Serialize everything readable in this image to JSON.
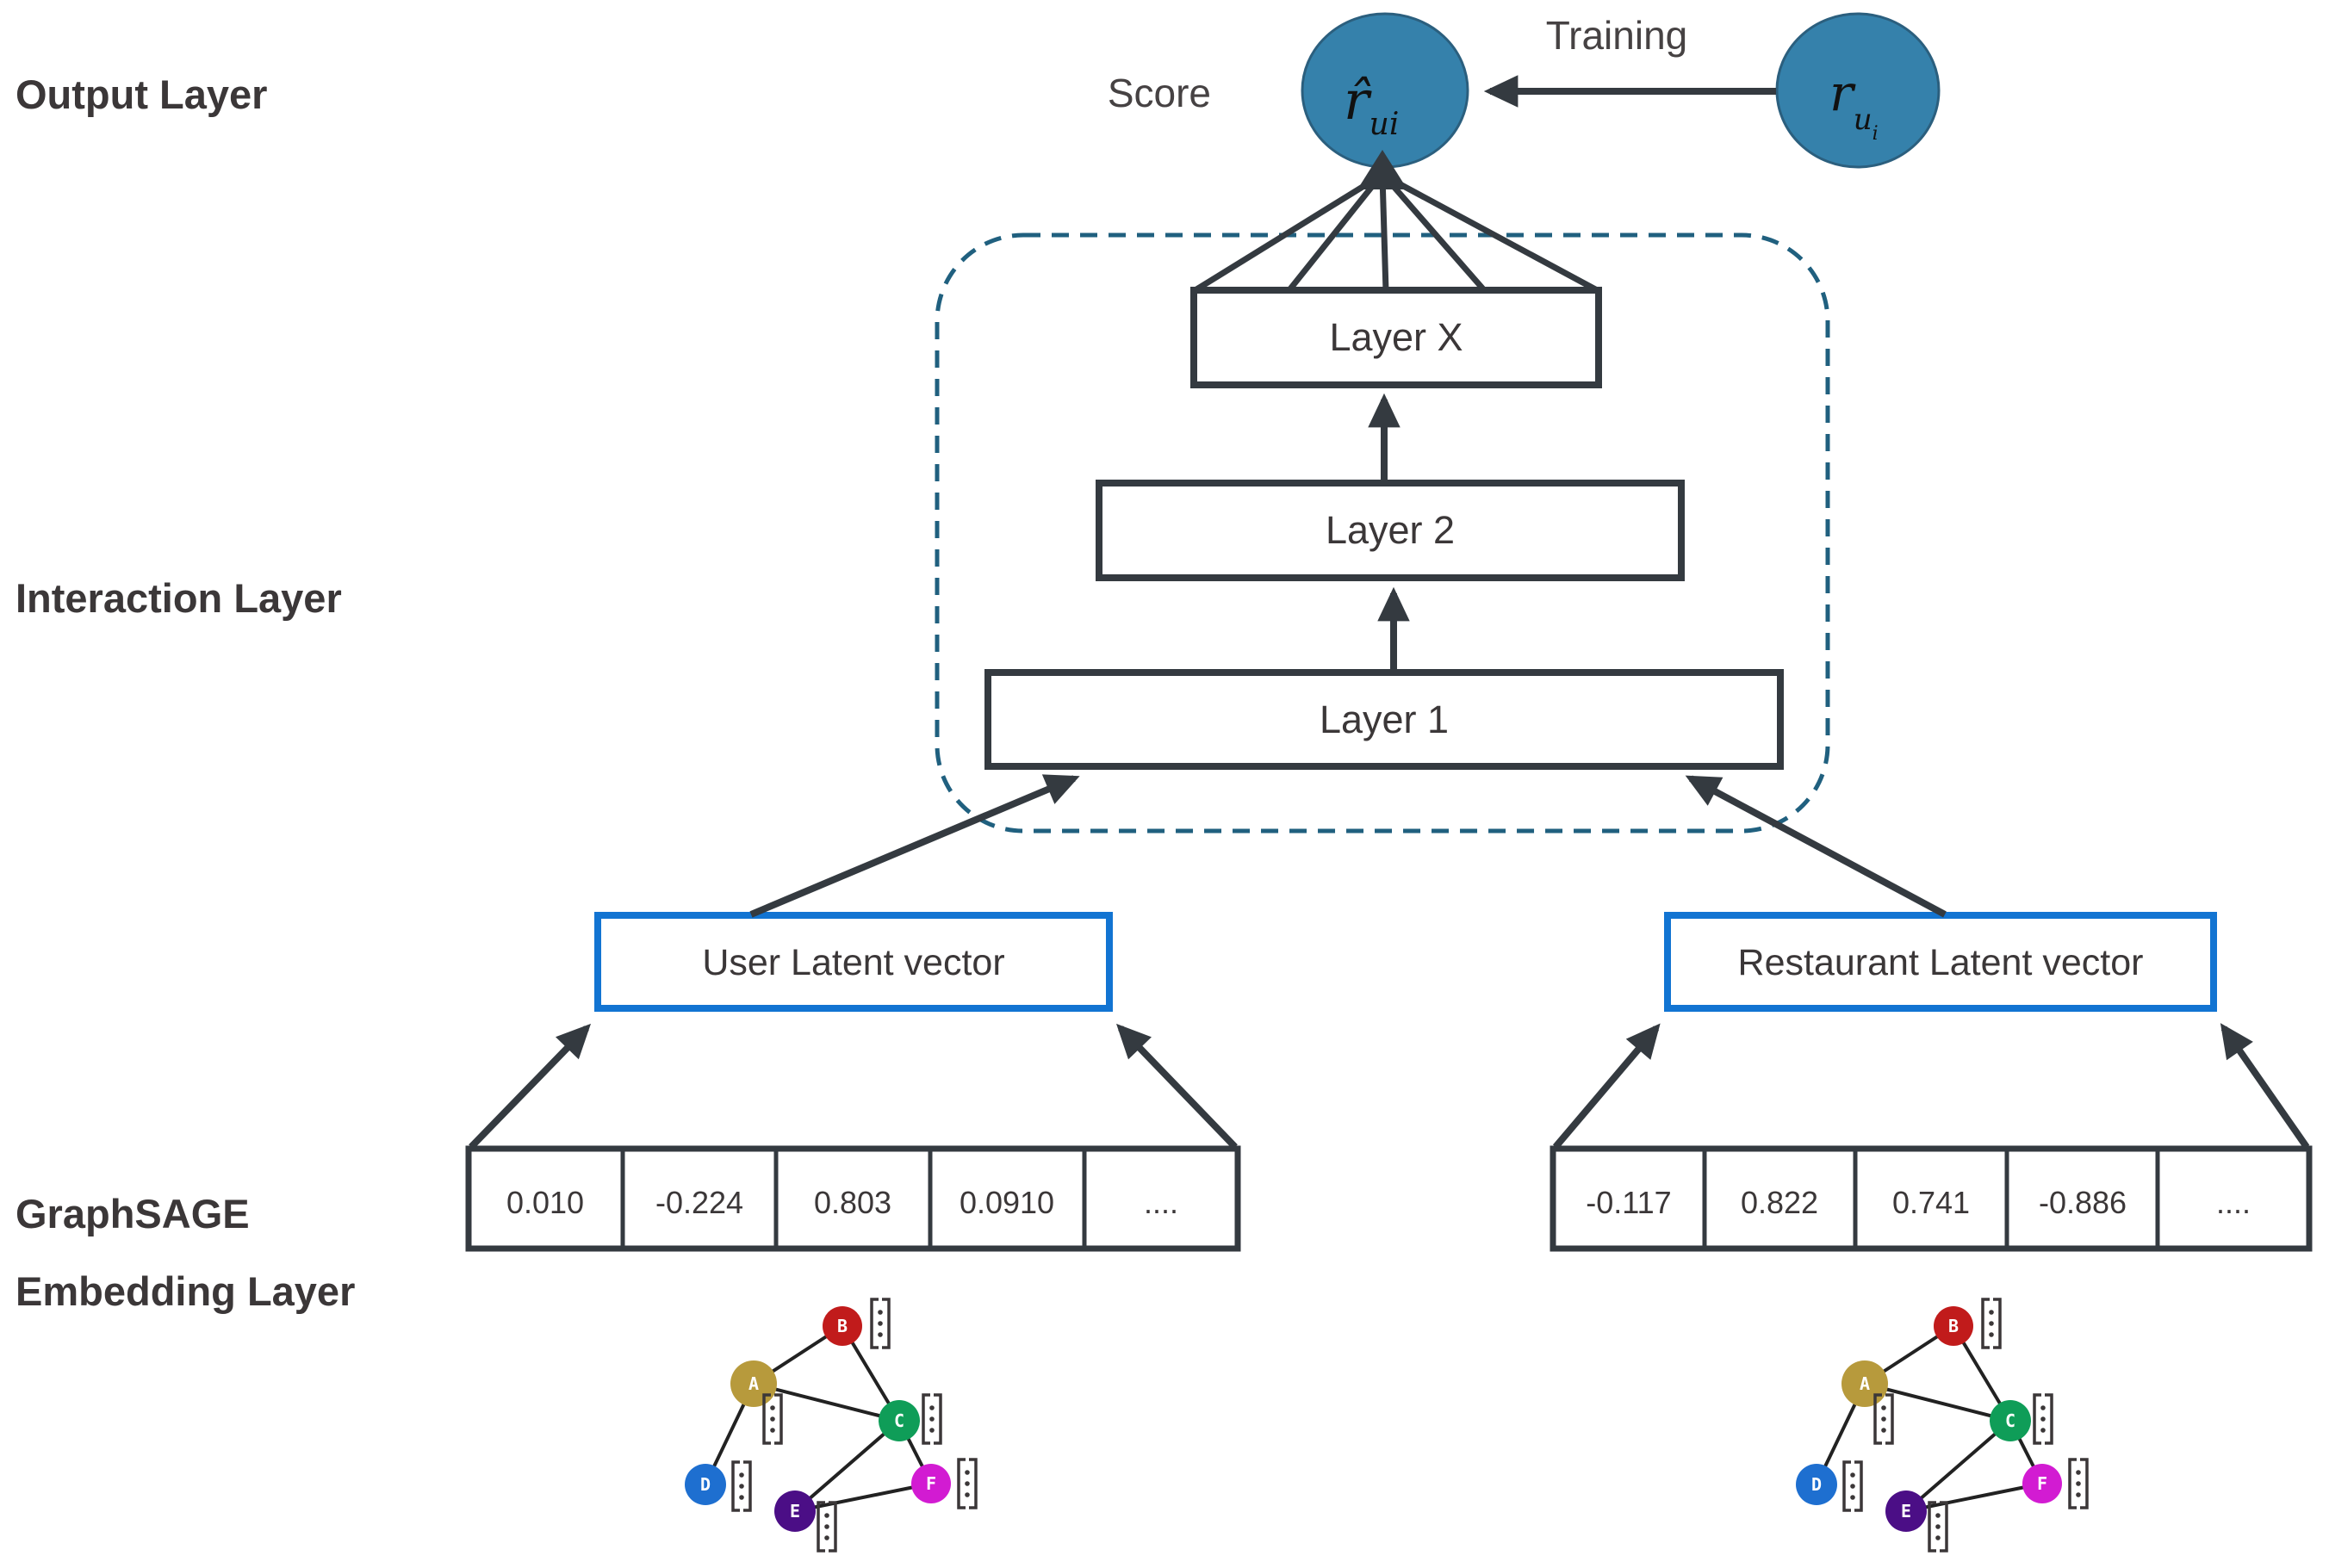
{
  "side_labels": {
    "output": "Output Layer",
    "interaction": "Interaction Layer",
    "embedding_line1": "GraphSAGE",
    "embedding_line2": "Embedding Layer"
  },
  "output_layer": {
    "score_caption": "Score",
    "training_caption": "Training",
    "predicted": {
      "base": "r̂",
      "sub": "ui"
    },
    "actual": {
      "base": "r",
      "sub": "u",
      "subsub": "i"
    }
  },
  "interaction_layer": {
    "layer_x": "Layer X",
    "layer_2": "Layer 2",
    "layer_1": "Layer 1"
  },
  "latent_vectors": {
    "user": "User Latent vector",
    "restaurant": "Restaurant Latent vector"
  },
  "embeddings": {
    "user": [
      "0.010",
      "-0.224",
      "0.803",
      "0.0910",
      "...."
    ],
    "restaurant": [
      "-0.117",
      "0.822",
      "0.741",
      "-0.886",
      "...."
    ]
  },
  "graph": {
    "nodes": [
      {
        "id": "A",
        "color": "#b79a3c"
      },
      {
        "id": "B",
        "color": "#c11b1b"
      },
      {
        "id": "C",
        "color": "#0f9d58"
      },
      {
        "id": "D",
        "color": "#1e6fd0"
      },
      {
        "id": "E",
        "color": "#4b0e86"
      },
      {
        "id": "F",
        "color": "#d21bd2"
      }
    ],
    "edges": [
      "A-B",
      "B-C",
      "A-C",
      "A-D",
      "C-E",
      "C-F",
      "E-F"
    ],
    "vector_icon": "column-vector-bracket"
  },
  "colors": {
    "circle_fill": "#3581ab",
    "circle_stroke": "#2b5f7e",
    "accent_blue": "#1274d2",
    "dashed_border": "#20607f",
    "stroke_dark": "#343a40",
    "text": "#3b3738"
  }
}
